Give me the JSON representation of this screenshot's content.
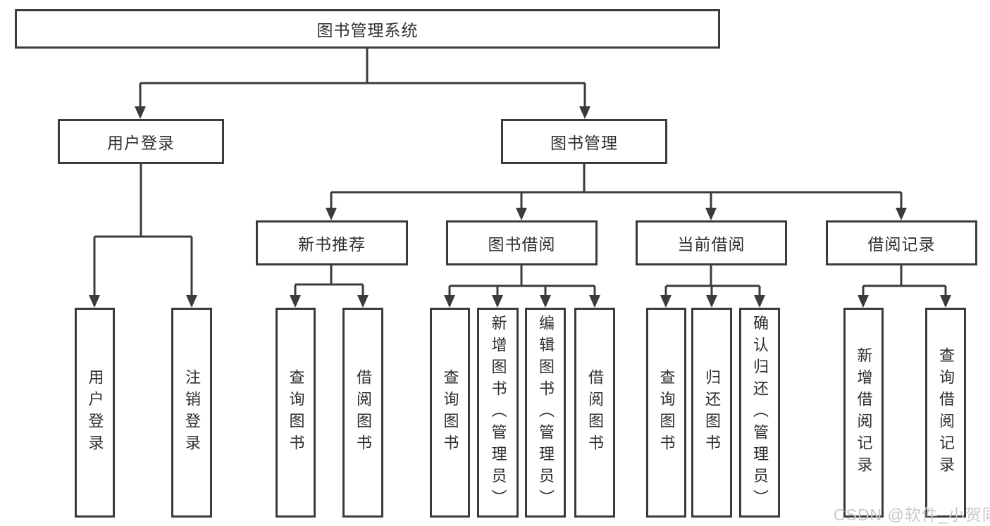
{
  "tree": {
    "root": {
      "label": "图书管理系统"
    },
    "branches": [
      {
        "label": "用户登录",
        "children": [
          {
            "label": "用户登录"
          },
          {
            "label": "注销登录"
          }
        ]
      },
      {
        "label": "图书管理",
        "children": [
          {
            "label": "新书推荐",
            "children": [
              {
                "label": "查询图书"
              },
              {
                "label": "借阅图书"
              }
            ]
          },
          {
            "label": "图书借阅",
            "children": [
              {
                "label": "查询图书"
              },
              {
                "label": "新增图书（管理员）"
              },
              {
                "label": "编辑图书（管理员）"
              },
              {
                "label": "借阅图书"
              }
            ]
          },
          {
            "label": "当前借阅",
            "children": [
              {
                "label": "查询图书"
              },
              {
                "label": "归还图书"
              },
              {
                "label": "确认归还（管理员）"
              }
            ]
          },
          {
            "label": "借阅记录",
            "children": [
              {
                "label": "新增借阅记录"
              },
              {
                "label": "查询借阅记录"
              }
            ]
          }
        ]
      }
    ]
  },
  "watermark": {
    "text": "CSDN @软件_小贺同学"
  },
  "colors": {
    "line": "#3b3b3b",
    "box_border": "#3b3b3b",
    "text": "#2e2e2e",
    "watermark": "#c8c8c8",
    "background": "#ffffff"
  }
}
